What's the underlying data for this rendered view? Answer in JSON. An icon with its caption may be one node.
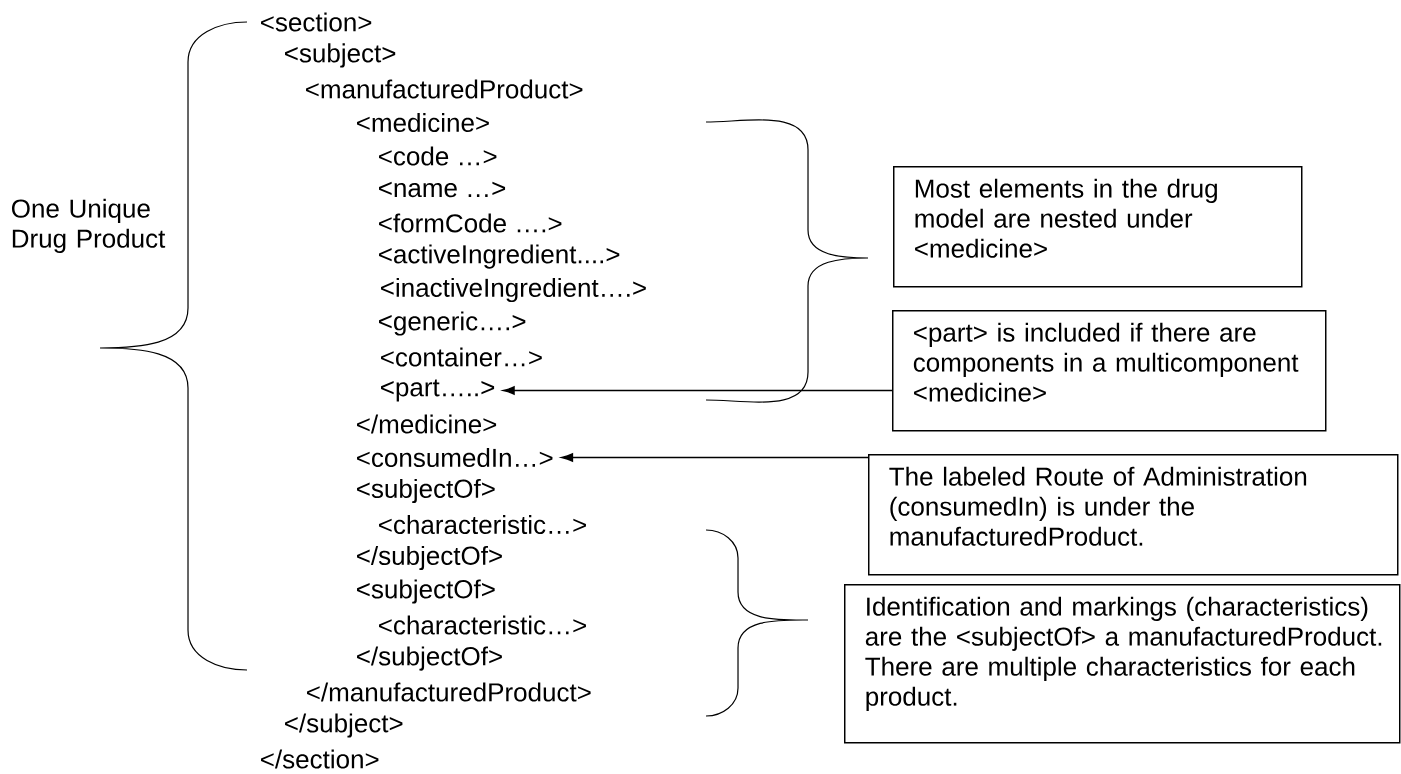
{
  "diagram": {
    "nodes": [
      {
        "text": [
          "Most elements in the drug model are nested under <medicine>"
        ]
      },
      {
        "text": [
          "<part> is included if there are components in a multicomponent <medicine>"
        ]
      },
      {
        "text": [
          "<part…..>"
        ]
      },
      {
        "text": [
          "<consumedIn…>"
        ]
      },
      {
        "text": [
          "The labeled Route of Administration (consumedIn) is under the manufacturedProduct."
        ]
      },
      {
        "text": [
          "Identification and markings (characteristics) are the <subjectOf> a manufacturedProduct. There are multiple characteristics for each product."
        ]
      }
    ],
    "edges": [
      {
        "from": 1,
        "to": 2,
        "arrow": "to"
      },
      {
        "from": 4,
        "to": 3,
        "arrow": "to"
      }
    ],
    "labels": [
      "One Unique Drug Product",
      "<section>",
      "<subject>",
      "<manufacturedProduct>",
      "<medicine>",
      "<code …>",
      "<name …>",
      "<formCode ….>",
      "<activeIngredient....>",
      "<inactiveIngredient….>",
      "<generic….>",
      "<container…>",
      "</medicine>",
      "<subjectOf>",
      "<characteristic…>",
      "</subjectOf>",
      "<subjectOf>",
      "<characteristic…>",
      "</subjectOf>",
      "</manufacturedProduct>",
      "</subject>",
      "</section>"
    ]
  }
}
